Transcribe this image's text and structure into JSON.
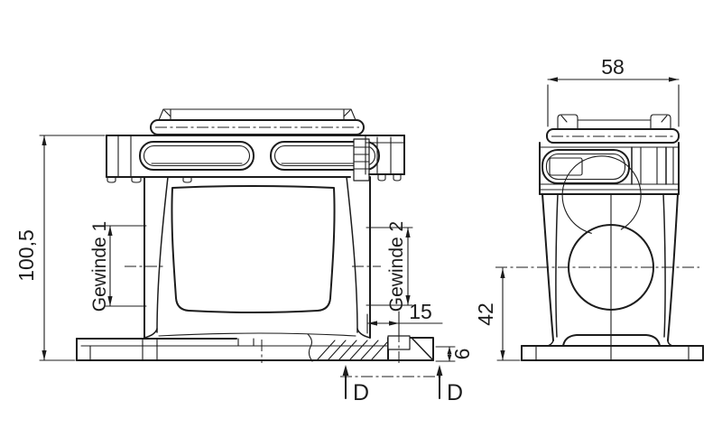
{
  "drawing": {
    "description": "two-view technical drawing of connector housing",
    "colors": {
      "line": "#1c1c1c",
      "background": "#ffffff"
    },
    "labels": {
      "overall_height": "100,5",
      "thread_1": "Gewinde 1",
      "thread_2": "Gewinde 2",
      "hole_offset": "15",
      "base_thickness": "6",
      "side_width": "58",
      "bore_center_height": "42",
      "section_left": "D",
      "section_right": "D"
    }
  }
}
